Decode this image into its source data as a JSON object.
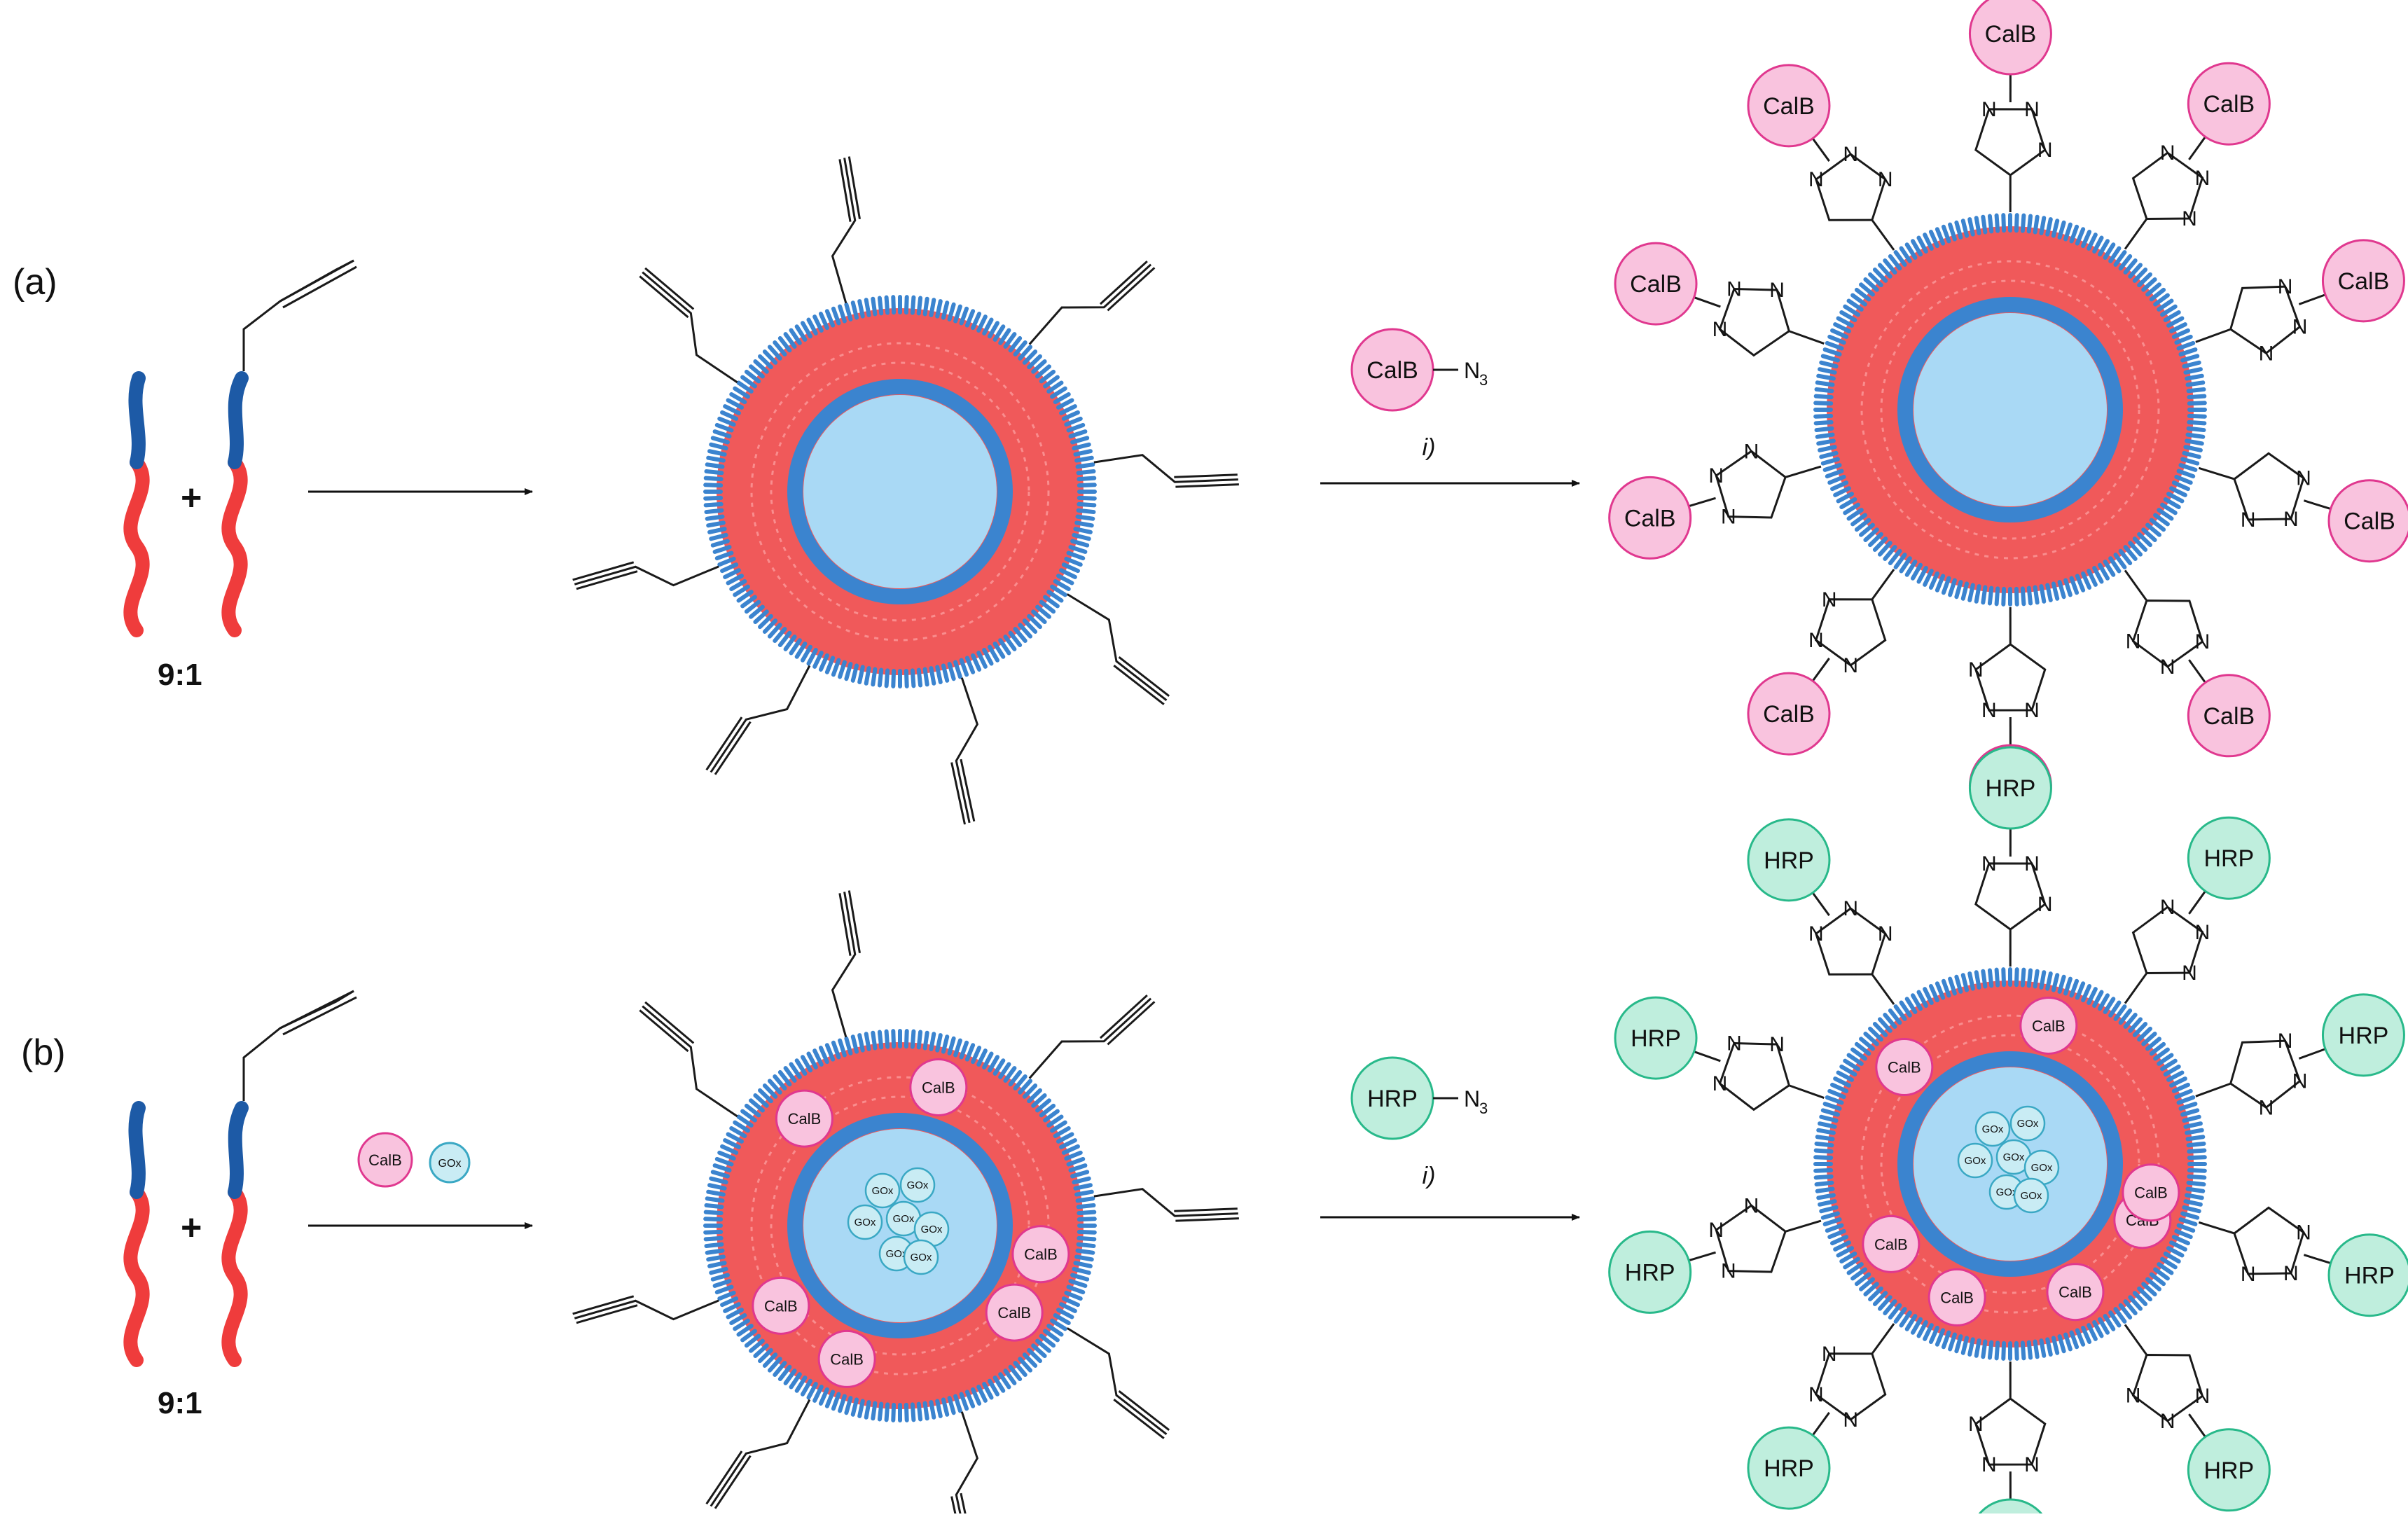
{
  "panels": [
    {
      "label": "(a)",
      "ratio": "9:1",
      "plus": "+",
      "reagent_enzyme": "CalB",
      "azide": "N",
      "azide_subscript": "3",
      "condition": "i)",
      "surface_enzyme": "CalB",
      "colors": {
        "enzyme_fill": "#f9c3de",
        "enzyme_stroke": "#e0388f"
      }
    },
    {
      "label": "(b)",
      "ratio": "9:1",
      "plus": "+",
      "loaded_enzymes": [
        "CalB",
        "GOx"
      ],
      "membrane_enzyme": "CalB",
      "core_enzyme": "GOx",
      "reagent_enzyme": "HRP",
      "azide": "N",
      "azide_subscript": "3",
      "condition": "i)",
      "surface_enzyme": "HRP",
      "colors": {
        "enzyme_fill": "#bfeedd",
        "enzyme_stroke": "#28b98a"
      }
    }
  ],
  "triazole_atom": "N",
  "colors": {
    "membrane_red": "#f0595a",
    "membrane_blue": "#3b84cf",
    "core": "#a9d9f5",
    "calb_fill": "#f9c3de",
    "calb_stroke": "#e0388f",
    "gox_fill": "#c9ecf4",
    "gox_stroke": "#3aa8c4"
  }
}
